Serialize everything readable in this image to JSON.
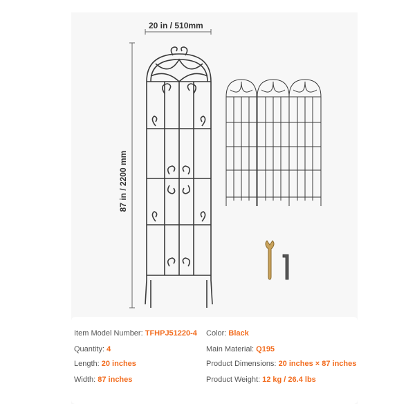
{
  "dimensions": {
    "width_label": "20 in / 510mm",
    "height_label": "87 in / 2200 mm"
  },
  "specs": {
    "model_label": "Item Model Number:",
    "model_value": "TFHPJ51220-4",
    "color_label": "Color:",
    "color_value": "Black",
    "quantity_label": "Quantity:",
    "quantity_value": "4",
    "material_label": "Main Material:",
    "material_value": "Q195",
    "length_label": "Length:",
    "length_value": "20 inches",
    "dimensions_label": "Product Dimensions:",
    "dimensions_value": "20 inches × 87 inches",
    "width_label": "Width:",
    "width_value": "87 inches",
    "weight_label": "Product Weight:",
    "weight_value": "12 kg / 26.4 lbs"
  },
  "colors": {
    "accent": "#f26b1d",
    "metal": "#3a3a3a",
    "card": "#f7f7f7"
  }
}
